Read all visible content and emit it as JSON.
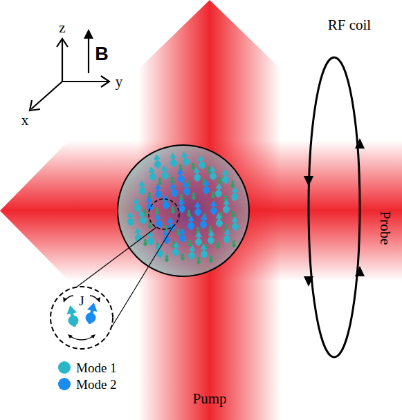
{
  "diagram": {
    "labels": [
      "z",
      "B",
      "y",
      "x",
      "RF coil",
      "Probe",
      "J",
      "Pump"
    ],
    "legend": [
      {
        "text": "Mode 1",
        "color": "#2ab5c9"
      },
      {
        "text": "Mode 2",
        "color": "#1a8cf0"
      }
    ]
  }
}
